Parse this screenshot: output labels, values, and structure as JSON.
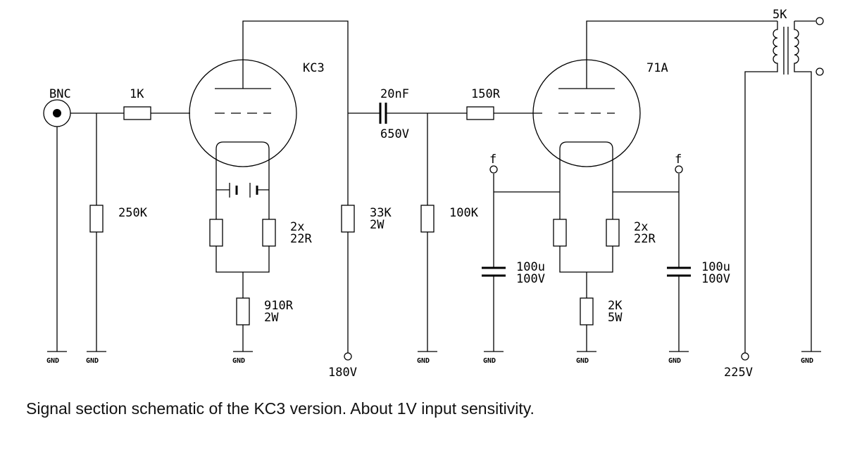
{
  "schematic": {
    "labels": {
      "bnc": "BNC",
      "r_in": "1K",
      "r_grid1": "250K",
      "tube1": "KC3",
      "r_fil1": "2x\n22R",
      "r_cath1": "910R\n2W",
      "r_load1": "33K\n2W",
      "cap_coupling": "20nF",
      "cap_voltage": "650V",
      "r_stopper": "150R",
      "r_grid2": "100K",
      "tube2": "71A",
      "f1": "f",
      "f2": "f",
      "c_byp1": "100u\n100V",
      "r_fil2": "2x\n22R",
      "c_byp2": "100u\n100V",
      "r_cath2": "2K\n5W",
      "transformer": "5K",
      "b1": "180V",
      "b2": "225V",
      "gnd": "GND"
    }
  },
  "caption": "Signal section schematic of the KC3 version. About 1V input sensitivity."
}
